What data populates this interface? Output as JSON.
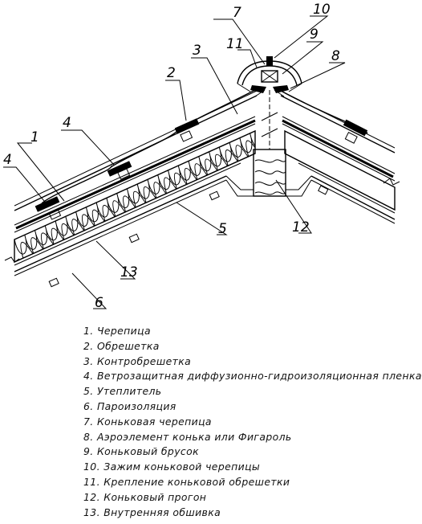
{
  "callouts": [
    {
      "id": "c1",
      "text": "1"
    },
    {
      "id": "c2",
      "text": "2"
    },
    {
      "id": "c3",
      "text": "3"
    },
    {
      "id": "c4a",
      "text": "4"
    },
    {
      "id": "c4b",
      "text": "4"
    },
    {
      "id": "c5",
      "text": "5"
    },
    {
      "id": "c6",
      "text": "6"
    },
    {
      "id": "c7",
      "text": "7"
    },
    {
      "id": "c8",
      "text": "8"
    },
    {
      "id": "c9",
      "text": "9"
    },
    {
      "id": "c10",
      "text": "10"
    },
    {
      "id": "c11",
      "text": "11"
    },
    {
      "id": "c12",
      "text": "12"
    },
    {
      "id": "c13",
      "text": "13"
    }
  ],
  "legend": [
    "1.  Черепица",
    "2.  Обрешетка",
    "3.  Контробрешетка",
    "4.  Ветрозащитная диффузионно-гидроизоляционная пленка",
    "5.  Утеплитель",
    "6.  Пароизоляция",
    "7.  Коньковая черепица",
    "8.  Аэроэлемент конька или Фигароль",
    "9.  Коньковый брусок",
    "10.  Зажим коньковой черепицы",
    "11.  Крепление коньковой обрешетки",
    "12.  Коньковый прогон",
    "13.  Внутренняя обшивка"
  ]
}
